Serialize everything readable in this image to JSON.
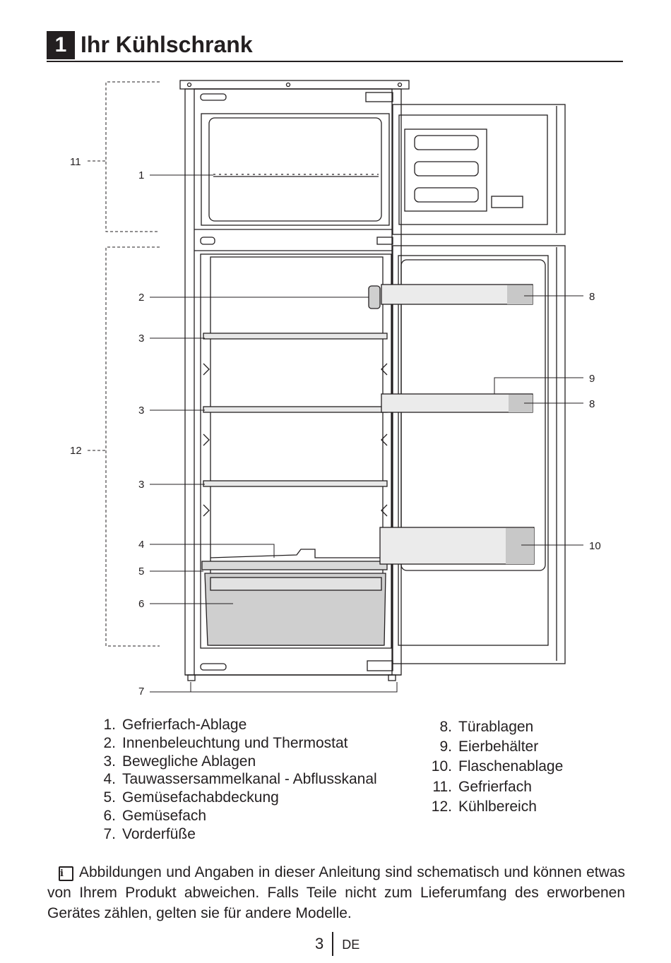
{
  "section": {
    "number": "1",
    "title": "Ihr Kühlschrank"
  },
  "diagram": {
    "callouts": {
      "c1": "1",
      "c2": "2",
      "c3a": "3",
      "c3b": "3",
      "c3c": "3",
      "c4": "4",
      "c5": "5",
      "c6": "6",
      "c7": "7",
      "c8a": "8",
      "c8b": "8",
      "c9": "9",
      "c10": "10",
      "c11": "11",
      "c12": "12"
    }
  },
  "legend": {
    "left": [
      {
        "num": "1.",
        "text": "Gefrierfach-Ablage"
      },
      {
        "num": "2.",
        "text": "Innenbeleuchtung und Thermostat"
      },
      {
        "num": "3.",
        "text": "Bewegliche Ablagen"
      },
      {
        "num": "4.",
        "text": "Tauwassersammelkanal - Abflusskanal"
      },
      {
        "num": "5.",
        "text": "Gemüsefachabdeckung"
      },
      {
        "num": "6.",
        "text": "Gemüsefach"
      },
      {
        "num": "7.",
        "text": "Vorderfüße"
      }
    ],
    "right": [
      {
        "num": "8.",
        "text": "Türablagen"
      },
      {
        "num": "9.",
        "text": "Eierbehälter"
      },
      {
        "num": "10.",
        "text": "Flaschenablage"
      },
      {
        "num": "11.",
        "text": "Gefrierfach"
      },
      {
        "num": "12.",
        "text": "Kühlbereich"
      }
    ]
  },
  "note": {
    "icon": "info-icon",
    "text": "Abbildungen und Angaben in dieser Anleitung sind schematisch und können etwas von Ihrem Produkt abweichen. Falls Teile nicht zum Lieferumfang des erworbenen Gerätes zählen, gelten sie für andere Modelle."
  },
  "footer": {
    "page": "3",
    "language": "DE"
  }
}
